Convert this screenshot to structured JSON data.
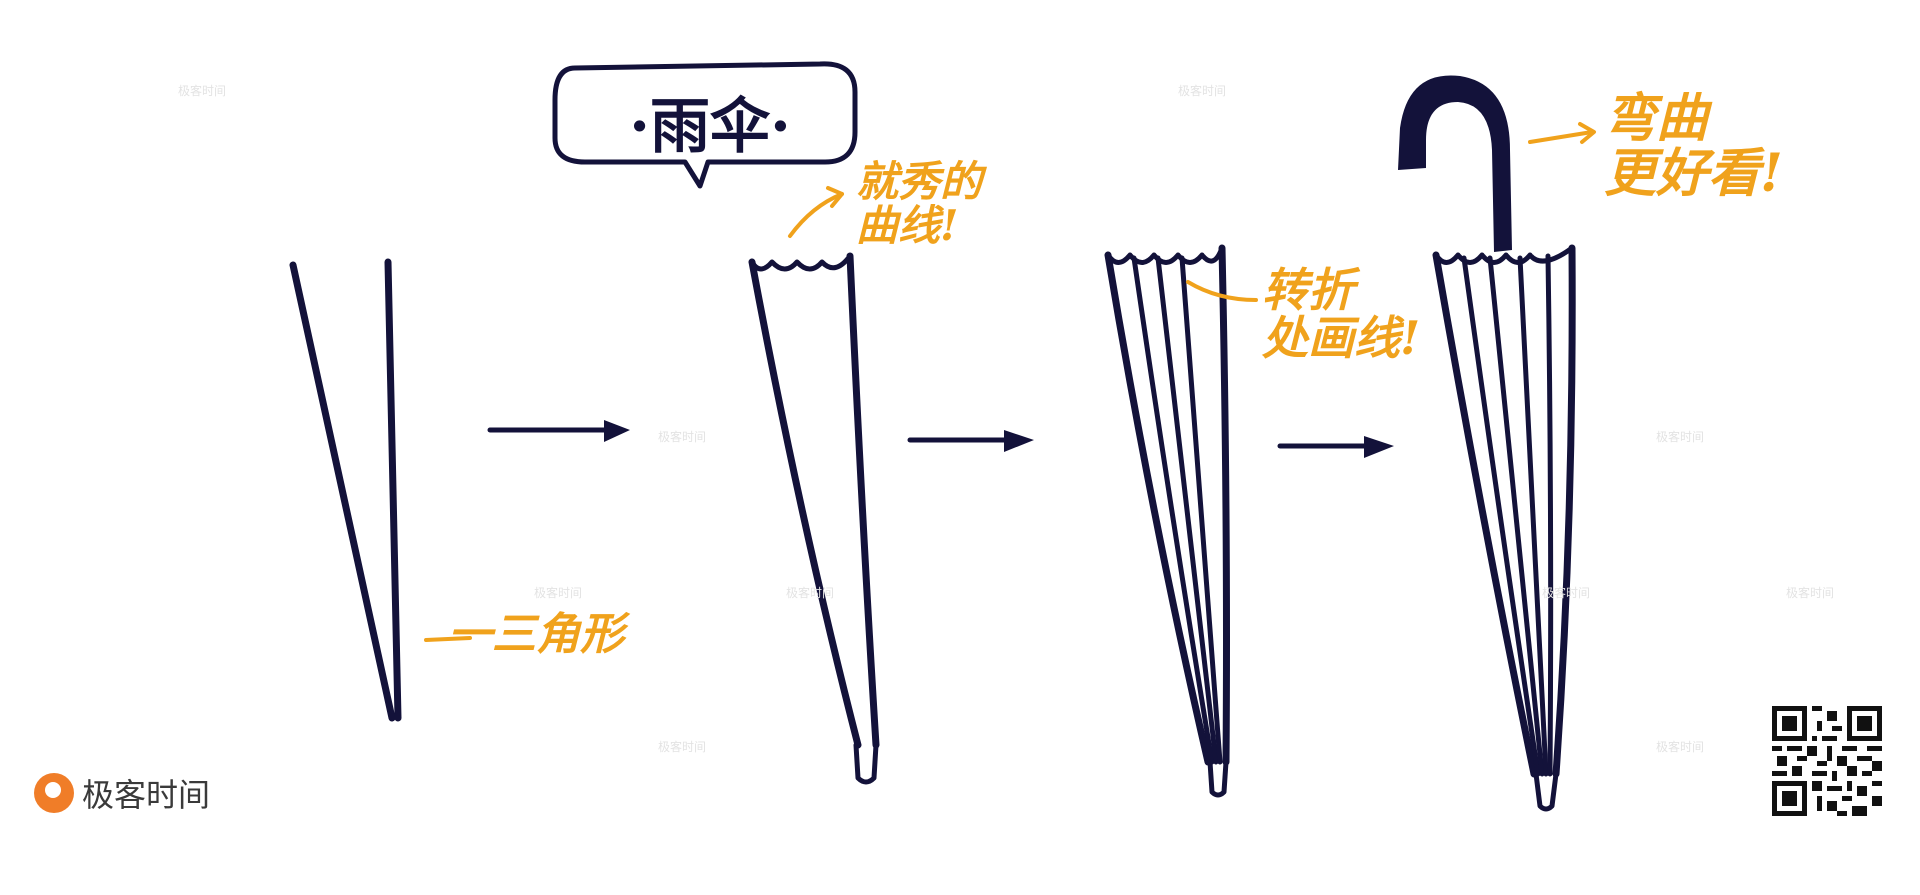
{
  "title": "·雨伞·",
  "annotations": {
    "triangle": "一三角形",
    "curve": "就秀的\n曲线!",
    "fold": "转折\n处画线!",
    "handle": "弯曲\n更好看!"
  },
  "watermark": "极客时间",
  "logo": {
    "text": "极客时间"
  },
  "colors": {
    "ink": "#13123a",
    "annotation": "#f0a21c",
    "logo": "#f07d28"
  }
}
